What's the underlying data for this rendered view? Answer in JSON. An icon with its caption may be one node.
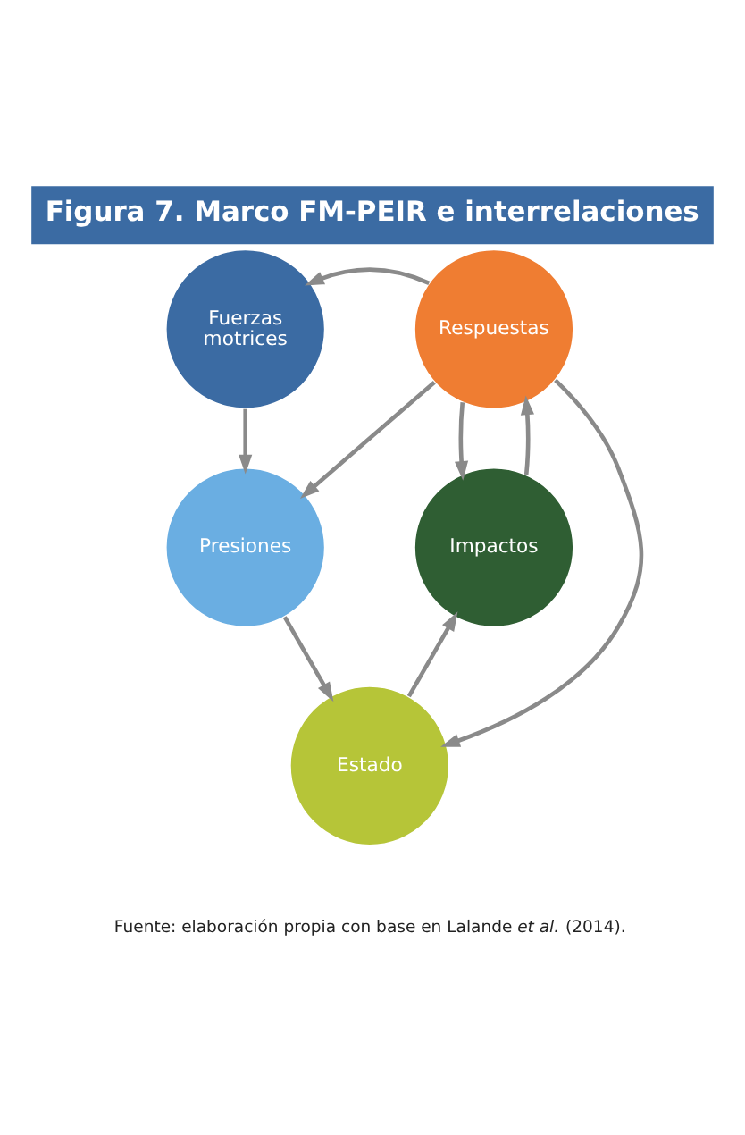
{
  "diagram": {
    "title": "Figura 7. Marco FM-PEIR e interrelaciones",
    "caption": "Fuente: elaboración propia con base en Lalande *et al.* (2014).",
    "nodes": [
      {
        "text": [
          "Fuerzas motrices"
        ]
      },
      {
        "text": [
          "Respuestas"
        ]
      },
      {
        "text": [
          "Presiones"
        ]
      },
      {
        "text": [
          "Impactos"
        ]
      },
      {
        "text": [
          "Estado"
        ]
      }
    ],
    "edges": [
      {
        "from": 1,
        "to": 0,
        "arrow": "to"
      },
      {
        "from": 0,
        "to": 2,
        "arrow": "to"
      },
      {
        "from": 1,
        "to": 2,
        "arrow": "to"
      },
      {
        "from": 1,
        "to": 4,
        "arrow": "to"
      },
      {
        "from": 1,
        "to": 3,
        "arrow": "to"
      },
      {
        "from": 3,
        "to": 1,
        "arrow": "to"
      },
      {
        "from": 2,
        "to": 4,
        "arrow": "to"
      },
      {
        "from": 4,
        "to": 3,
        "arrow": "to"
      }
    ]
  }
}
